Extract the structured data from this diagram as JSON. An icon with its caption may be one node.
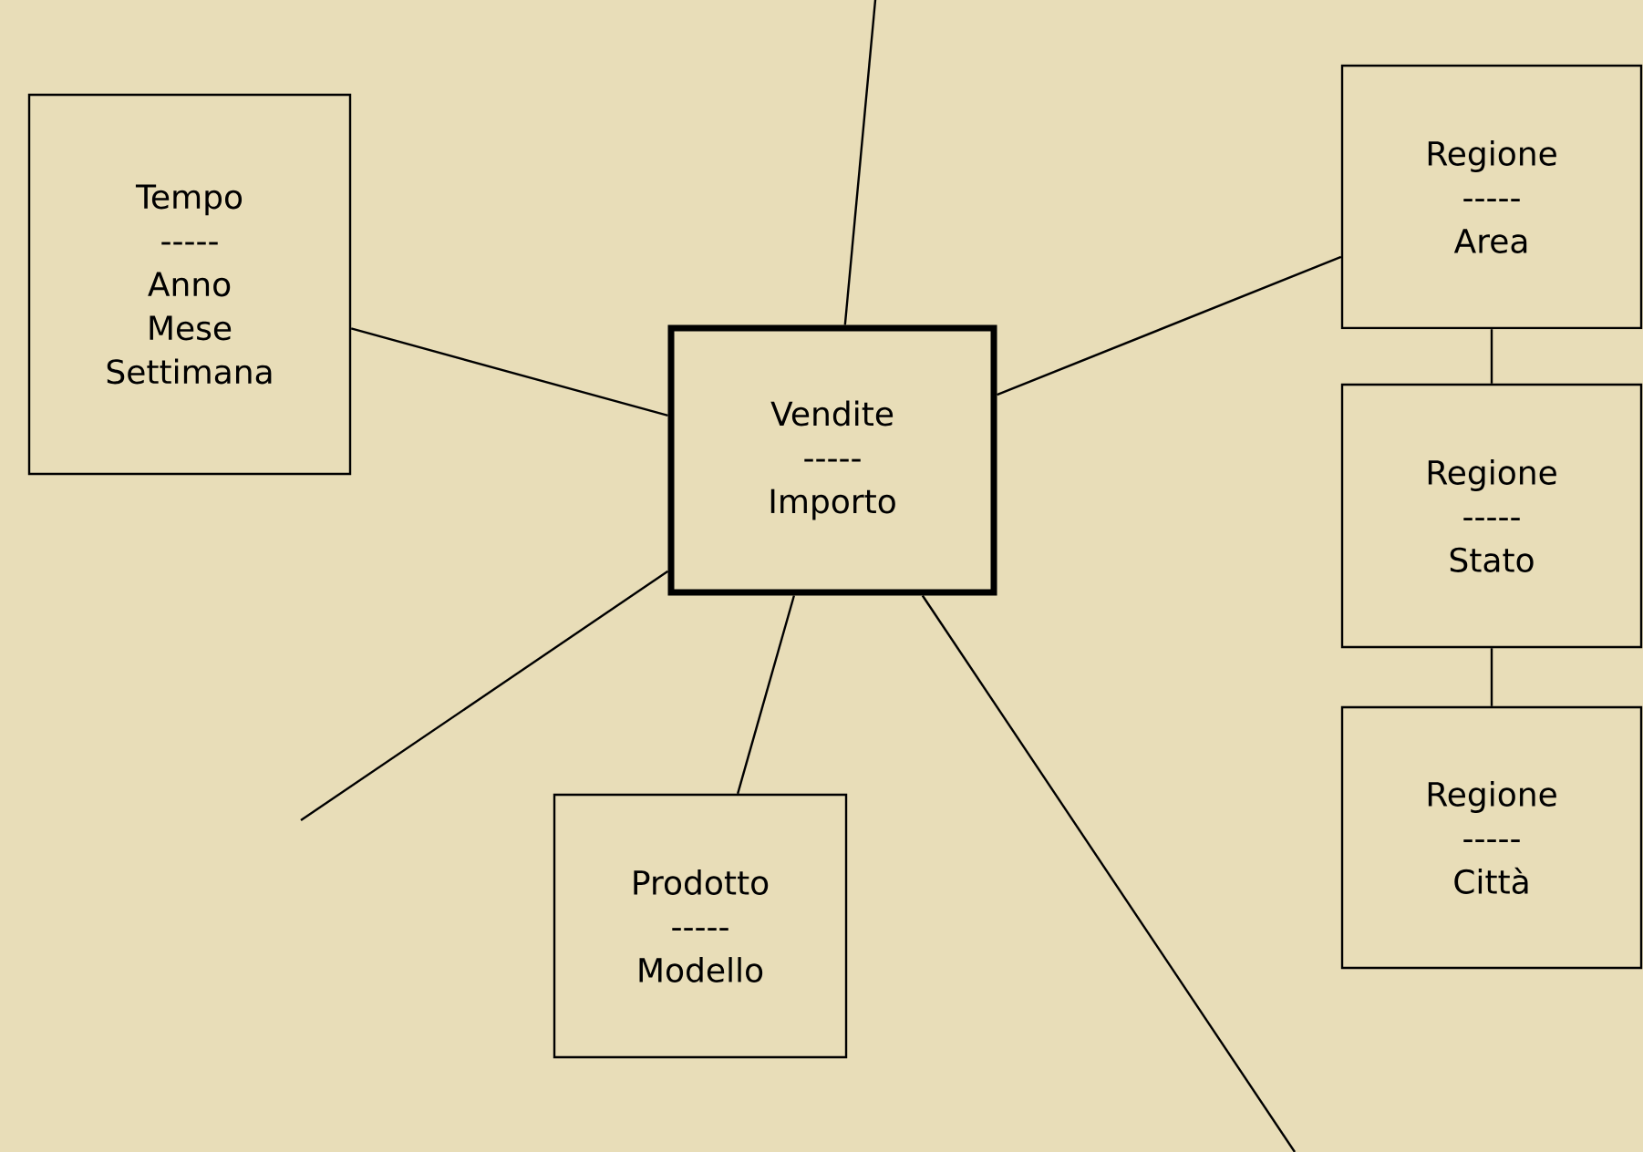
{
  "diagram": {
    "nodes": [
      {
        "text": [
          "Tempo",
          "-----",
          "Anno",
          "Mese",
          "Settimana"
        ]
      },
      {
        "text": [
          "Vendite",
          "-----",
          "Importo"
        ]
      },
      {
        "text": [
          "Regione",
          "-----",
          "Area"
        ]
      },
      {
        "text": [
          "Regione",
          "-----",
          "Stato"
        ]
      },
      {
        "text": [
          "Regione",
          "-----",
          "Città"
        ]
      },
      {
        "text": [
          "Prodotto",
          "-----",
          "Modello"
        ]
      }
    ],
    "edges": [
      {
        "from": 1,
        "to": null,
        "arrow": "none"
      },
      {
        "from": 0,
        "to": 1,
        "arrow": "none"
      },
      {
        "from": 1,
        "to": 2,
        "arrow": "none"
      },
      {
        "from": 2,
        "to": 3,
        "arrow": "none"
      },
      {
        "from": 3,
        "to": 4,
        "arrow": "none"
      },
      {
        "from": 1,
        "to": null,
        "arrow": "none"
      },
      {
        "from": 1,
        "to": 5,
        "arrow": "none"
      },
      {
        "from": 1,
        "to": null,
        "arrow": "none"
      }
    ]
  }
}
